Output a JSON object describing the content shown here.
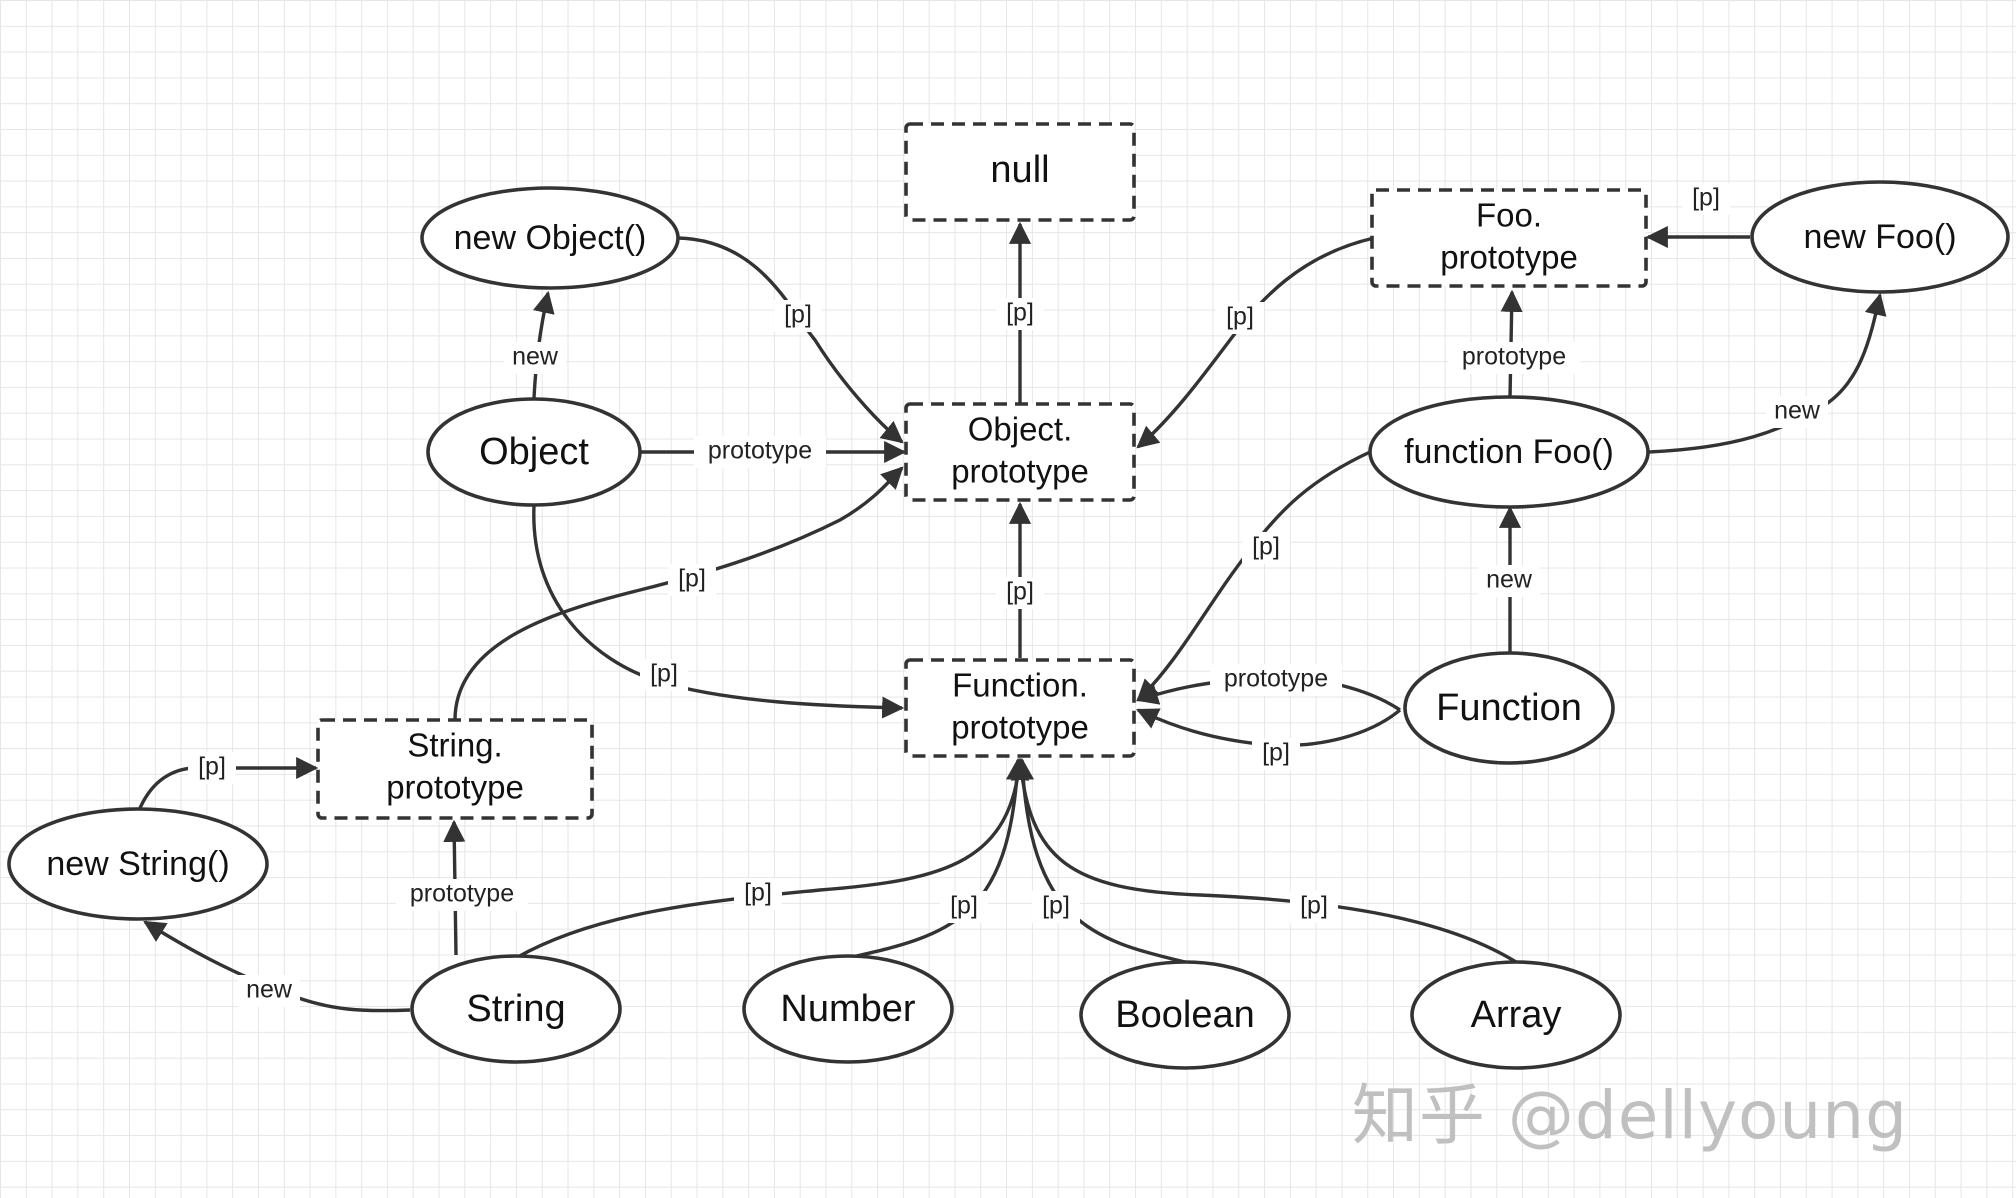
{
  "nodes": {
    "null_box": "null",
    "object_prototype": [
      "Object.",
      "prototype"
    ],
    "function_prototype": [
      "Function.",
      "prototype"
    ],
    "foo_prototype": [
      "Foo.",
      "prototype"
    ],
    "string_prototype": [
      "String.",
      "prototype"
    ],
    "new_object": "new Object()",
    "object": "Object",
    "function_foo": "function Foo()",
    "new_foo": "new Foo()",
    "function": "Function",
    "new_string": "new String()",
    "string": "String",
    "number": "Number",
    "boolean": "Boolean",
    "array": "Array"
  },
  "edge_labels": {
    "p": "[p]",
    "new": "new",
    "prototype": "prototype"
  },
  "watermark": "知乎 @dellyoung",
  "colors": {
    "stroke": "#333333",
    "grid": "#e6e6e6",
    "background": "#ffffff",
    "watermark": "#bdbdbd"
  }
}
